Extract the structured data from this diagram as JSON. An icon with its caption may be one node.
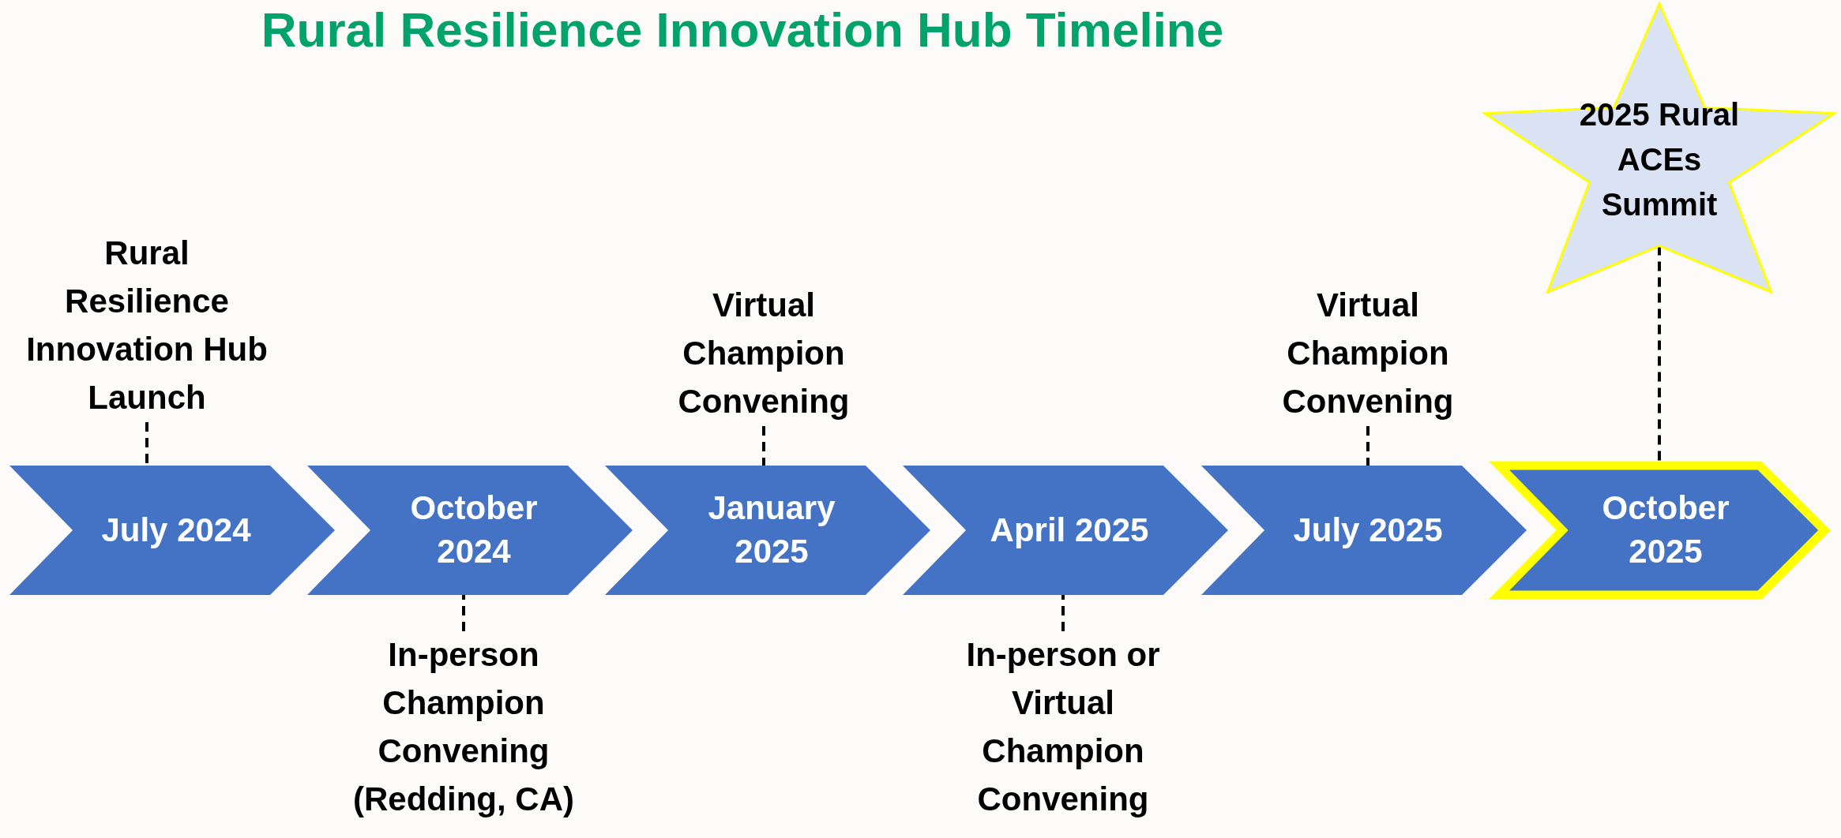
{
  "diagram": {
    "title": "Rural Resilience Innovation Hub Timeline",
    "nodes": [
      {
        "text": [
          "July 2024"
        ]
      },
      {
        "text": [
          "October 2024"
        ]
      },
      {
        "text": [
          "January 2025"
        ]
      },
      {
        "text": [
          "April 2025"
        ]
      },
      {
        "text": [
          "July 2025"
        ]
      },
      {
        "text": [
          "October 2025"
        ]
      },
      {
        "text": [
          "Rural Resilience Innovation Hub Launch"
        ]
      },
      {
        "text": [
          "In-person Champion Convening (Redding, CA)"
        ]
      },
      {
        "text": [
          "Virtual Champion Convening"
        ]
      },
      {
        "text": [
          "In-person or Virtual Champion Convening"
        ]
      },
      {
        "text": [
          "Virtual Champion Convening"
        ]
      },
      {
        "text": [
          "2025 Rural ACEs Summit"
        ]
      }
    ],
    "edges": [
      {
        "from": 6,
        "to": 0,
        "arrow": "none",
        "style": "dashed"
      },
      {
        "from": 7,
        "to": 1,
        "arrow": "none",
        "style": "dashed"
      },
      {
        "from": 8,
        "to": 2,
        "arrow": "none",
        "style": "dashed"
      },
      {
        "from": 9,
        "to": 3,
        "arrow": "none",
        "style": "dashed"
      },
      {
        "from": 10,
        "to": 4,
        "arrow": "none",
        "style": "dashed"
      },
      {
        "from": 11,
        "to": 5,
        "arrow": "none",
        "style": "dashed"
      }
    ]
  }
}
